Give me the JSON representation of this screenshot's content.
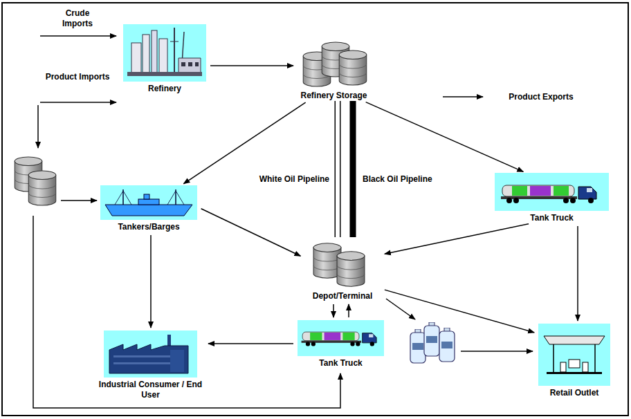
{
  "diagram": {
    "nodes": [
      {
        "text": [
          "Refinery"
        ]
      },
      {
        "text": [
          "Refinery Storage"
        ]
      },
      {
        "text": [
          "Tankers/Barges"
        ]
      },
      {
        "text": [
          "Tank Truck"
        ]
      },
      {
        "text": [
          "Depot/Terminal"
        ]
      },
      {
        "text": [
          "Industrial Consumer / End User"
        ]
      },
      {
        "text": [
          "Tank Truck"
        ]
      },
      {
        "text": [
          "Retail Outlet"
        ]
      }
    ],
    "edges": [
      {
        "from": 0,
        "to": 1,
        "arrow": "to"
      },
      {
        "from": 1,
        "to": 2,
        "arrow": "to"
      },
      {
        "from": 1,
        "to": 3,
        "arrow": "to"
      },
      {
        "from": 1,
        "to": 4,
        "label": "White Oil Pipeline",
        "arrow": "none"
      },
      {
        "from": 1,
        "to": 4,
        "label": "Black Oil Pipeline",
        "arrow": "none"
      },
      {
        "from": 2,
        "to": 4,
        "arrow": "to"
      },
      {
        "from": 2,
        "to": 5,
        "arrow": "to"
      },
      {
        "from": 3,
        "to": 4,
        "arrow": "to"
      },
      {
        "from": 3,
        "to": 7,
        "arrow": "to"
      },
      {
        "from": 4,
        "to": 7,
        "arrow": "to"
      },
      {
        "from": 4,
        "to": 6,
        "arrow": "to"
      },
      {
        "from": 6,
        "to": 4,
        "arrow": "to"
      },
      {
        "from": 6,
        "to": 5,
        "arrow": "to"
      }
    ],
    "labels": [
      "Crude Imports",
      "Product Imports",
      "Product Exports"
    ]
  }
}
